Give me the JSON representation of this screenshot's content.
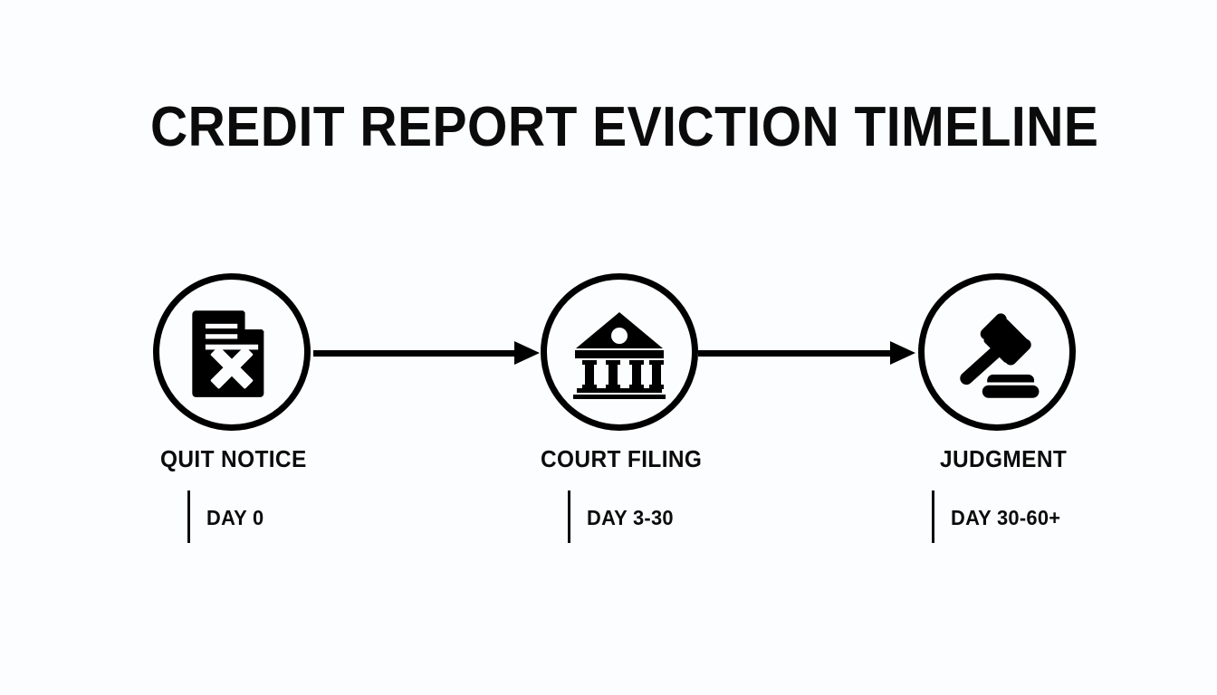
{
  "page": {
    "title": "CREDIT REPORT EVICTION TIMELINE",
    "background_color": "#fcfdfe",
    "ink_color": "#0b0b0c"
  },
  "chart_data": {
    "type": "diagram",
    "subtype": "horizontal-process-timeline",
    "title": "CREDIT REPORT EVICTION TIMELINE",
    "orientation": "left-to-right",
    "connector": "arrow",
    "stages": [
      {
        "id": "quit-notice",
        "label": "QUIT NOTICE",
        "day_label": "DAY 0",
        "day_start": 0,
        "day_end": 0,
        "icon": "document-x-icon"
      },
      {
        "id": "court-filing",
        "label": "COURT FILING",
        "day_label": "DAY 3-30",
        "day_start": 3,
        "day_end": 30,
        "icon": "courthouse-icon"
      },
      {
        "id": "judgment",
        "label": "JUDGMENT",
        "day_label": "DAY 30-60+",
        "day_start": 30,
        "day_end": 60,
        "icon": "gavel-icon"
      }
    ]
  },
  "stages": [
    {
      "label": "QUIT NOTICE",
      "day": "DAY 0"
    },
    {
      "label": "COURT FILING",
      "day": "DAY 3-30"
    },
    {
      "label": "JUDGMENT",
      "day": "DAY 30-60+"
    }
  ]
}
